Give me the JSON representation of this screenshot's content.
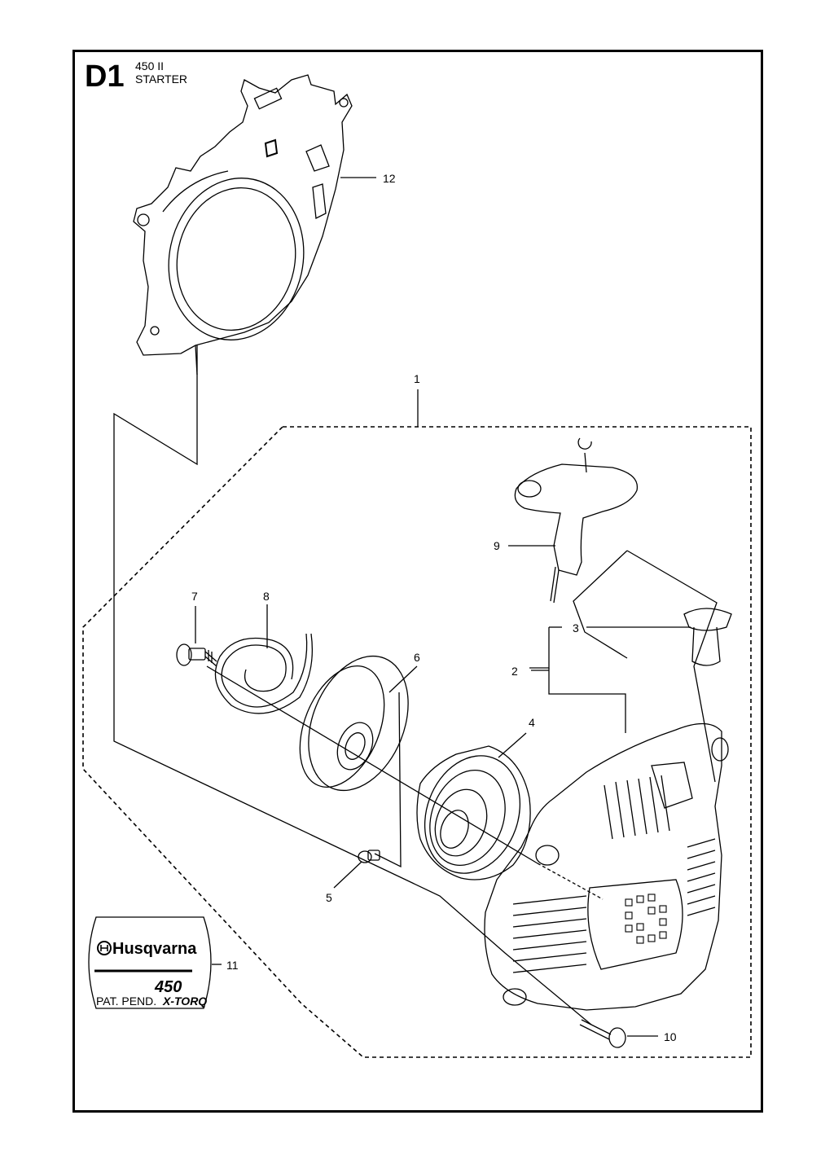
{
  "header": {
    "section_code": "D1",
    "model": "450 II",
    "title": "STARTER"
  },
  "callouts": [
    "1",
    "2",
    "3",
    "4",
    "5",
    "6",
    "7",
    "8",
    "9",
    "10",
    "11",
    "12"
  ],
  "decal": {
    "brand": "Husqvarna",
    "model": "450",
    "left_small": "PAT. PEND.",
    "right_small": "X-TORQ"
  }
}
